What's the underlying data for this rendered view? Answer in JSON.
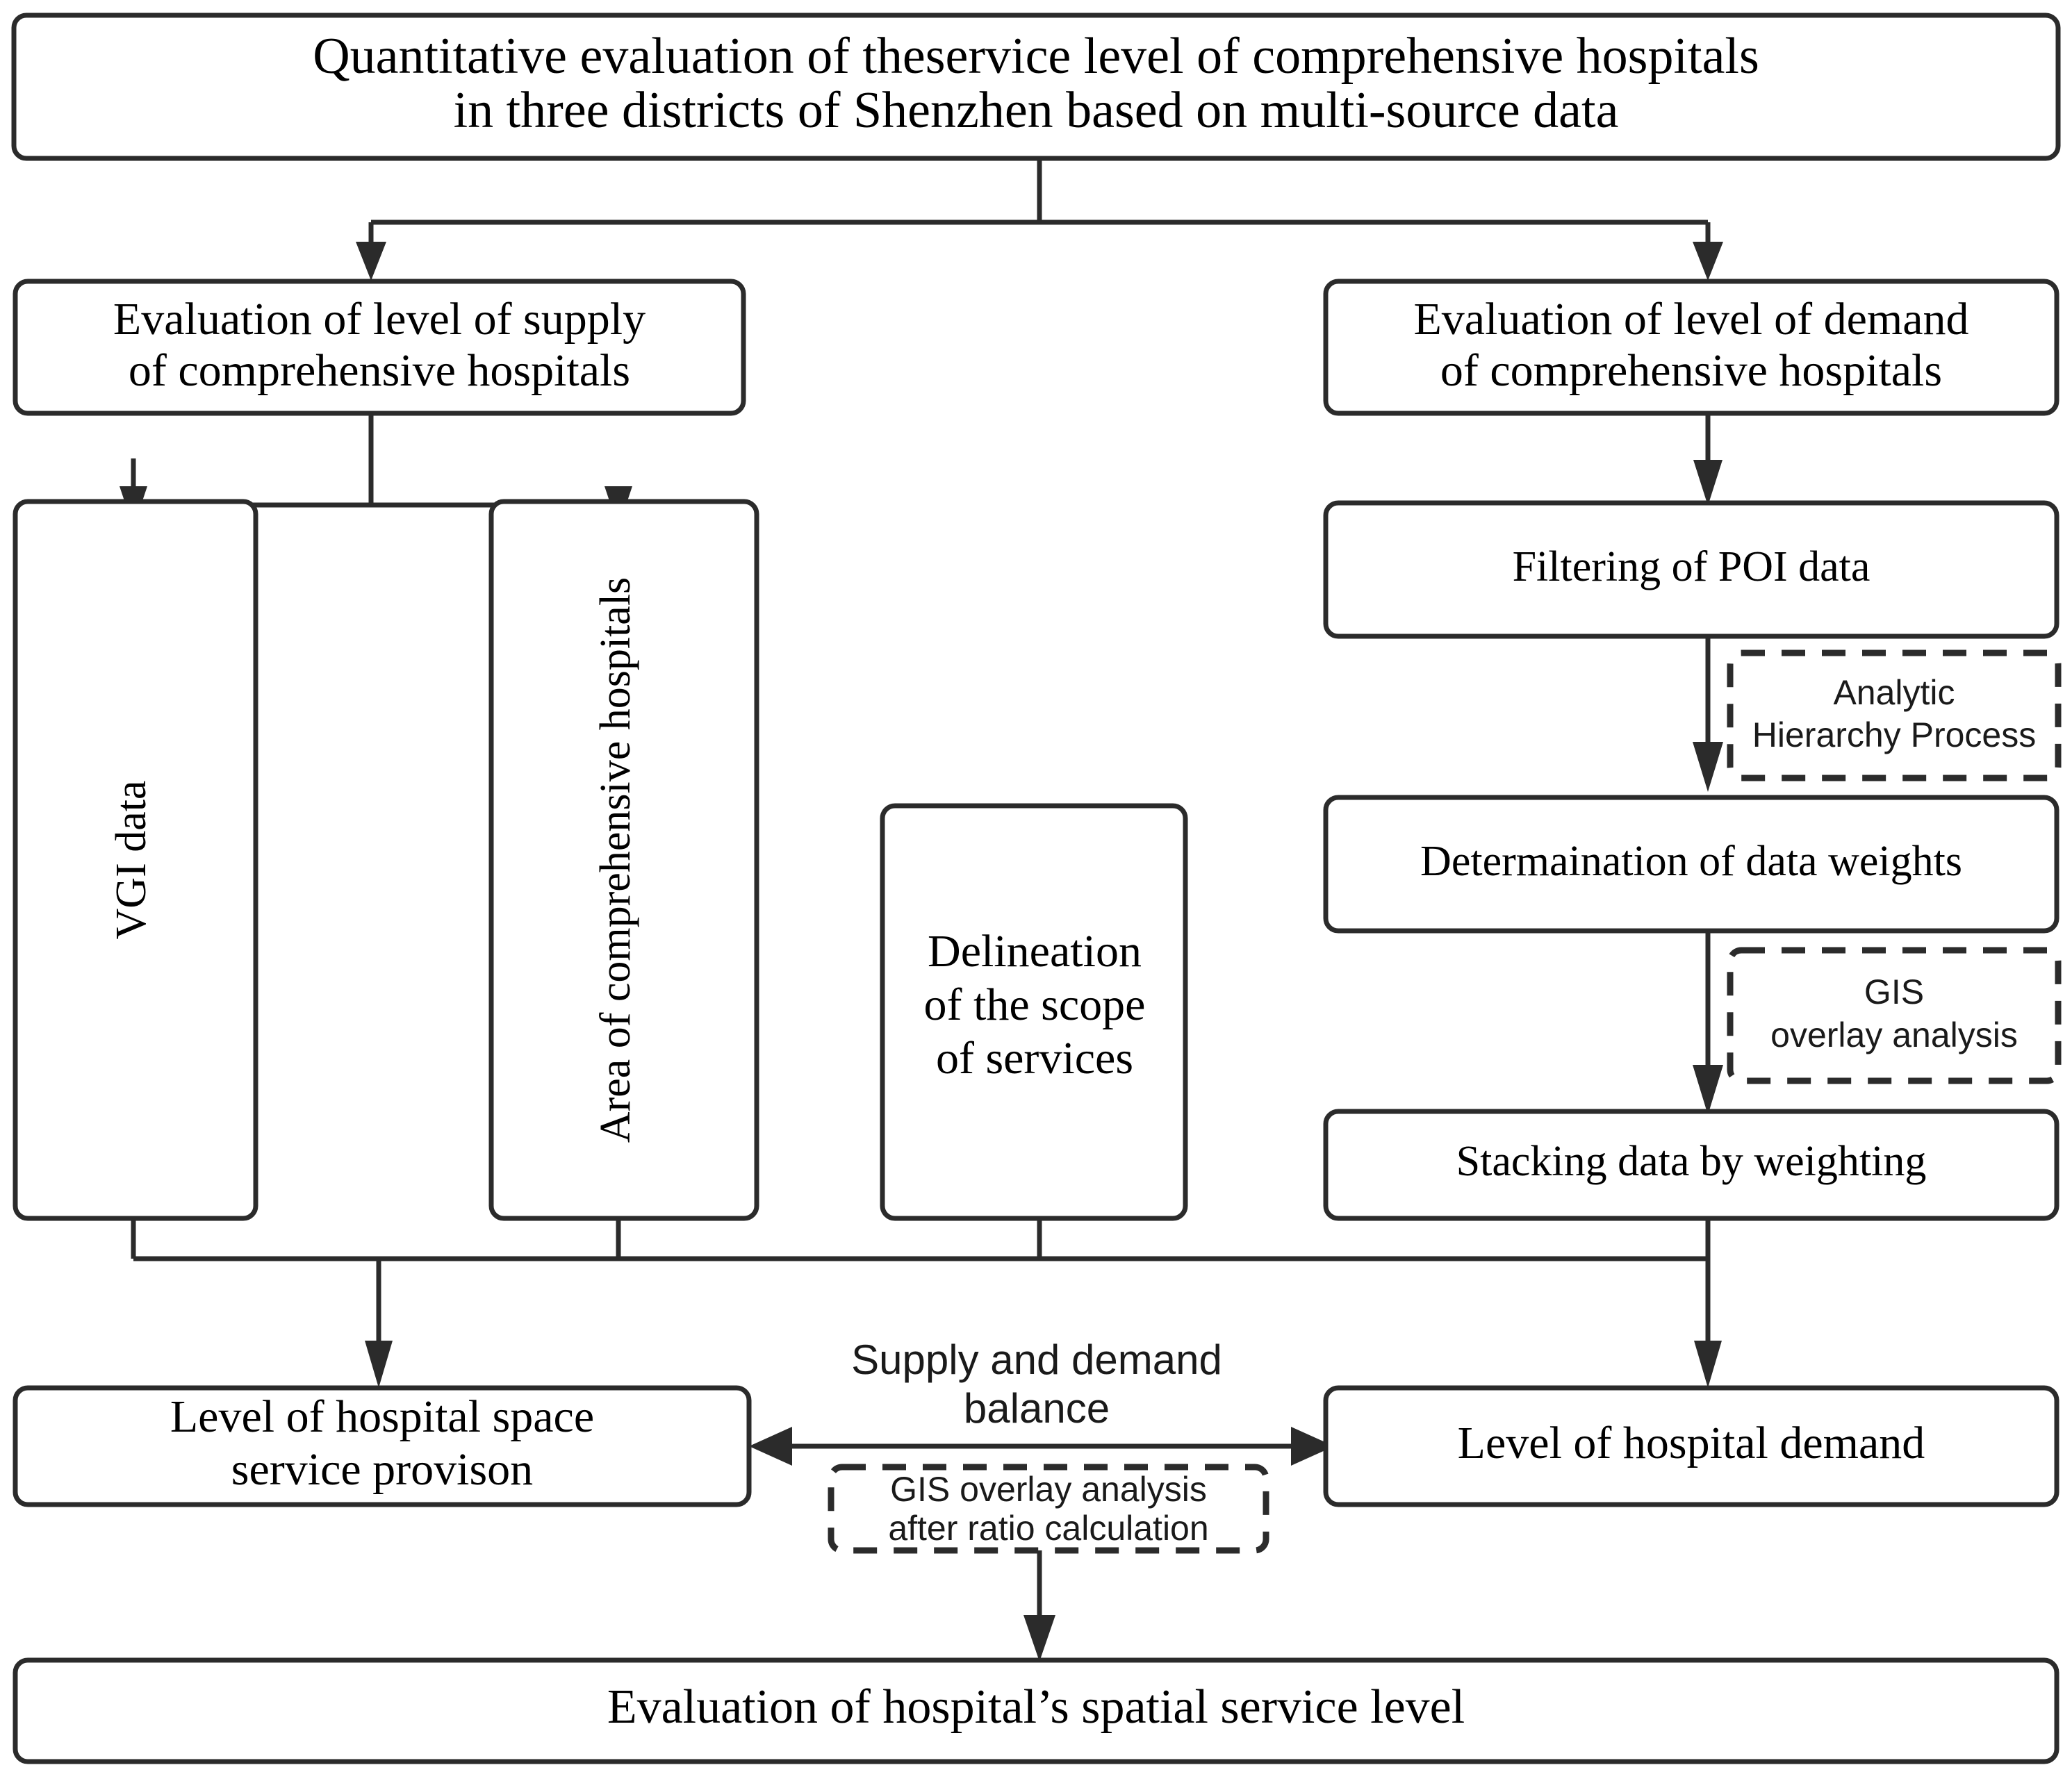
{
  "diagram": {
    "type": "flowchart",
    "title_node": {
      "id": "root",
      "line1": "Quantitative evaluation of theservice level of comprehensive hospitals",
      "line2": "in three districts of Shenzhen based on multi-source data"
    },
    "supply_branch": {
      "header_line1": "Evaluation of level of supply",
      "header_line2": "of comprehensive hospitals",
      "vgi": "VGI data",
      "area": "Area of comprehensive hospitals"
    },
    "center_branch": {
      "line1": "Delineation",
      "line2": "of the scope",
      "line3": "of services"
    },
    "demand_branch": {
      "header_line1": "Evaluation of level of demand",
      "header_line2": "of comprehensive hospitals",
      "step1": "Filtering of POI data",
      "step2": "Determaination of data weights",
      "step3": "Stacking data by weighting",
      "method1_line1": "Analytic",
      "method1_line2": "Hierarchy Process",
      "method2_line1": "GIS",
      "method2_line2": "overlay analysis"
    },
    "results": {
      "supply_result_line1": "Level of hospital space",
      "supply_result_line2": "service provison",
      "demand_result": "Level of hospital demand",
      "balance_line1": "Supply and demand",
      "balance_line2": "balance",
      "balance_method_line1": "GIS overlay analysis",
      "balance_method_line2": "after ratio calculation",
      "final": "Evaluation of hospital’s spatial service level"
    },
    "colors": {
      "stroke": "#2b2b2b",
      "fill": "#ffffff",
      "text": "#000000"
    }
  }
}
